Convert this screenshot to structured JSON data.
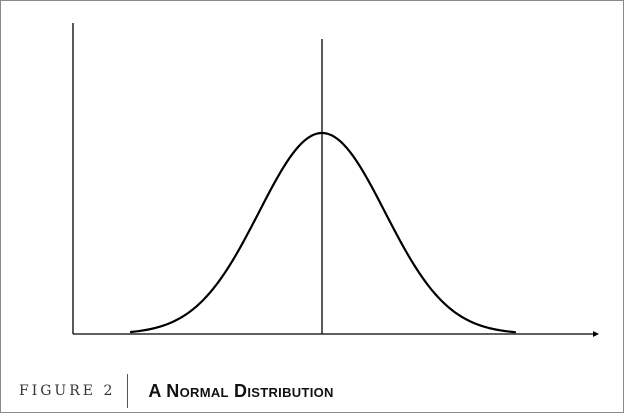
{
  "figure": {
    "label": "FIGURE 2",
    "title": "A Normal Distribution"
  },
  "diagram": {
    "type": "normal-distribution-curve",
    "mean_line": true,
    "colors": {
      "stroke": "#000000",
      "frame": "#8a8a8a",
      "background": "#ffffff"
    }
  }
}
